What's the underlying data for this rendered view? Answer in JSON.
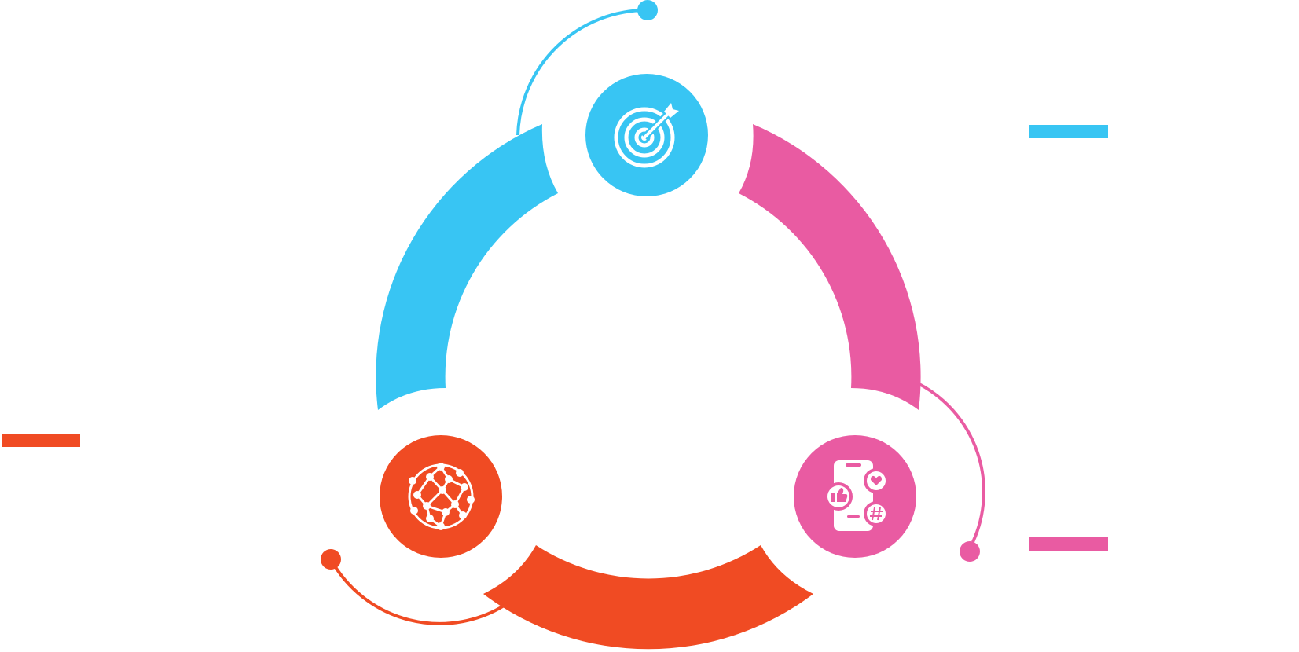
{
  "colors": {
    "blue": "#38C5F3",
    "pink": "#E95BA2",
    "orange": "#F04B23",
    "white": "#FFFFFF",
    "background": "#FFFFFF"
  },
  "nodes": [
    {
      "id": "top",
      "color": "blue",
      "icon": "target-arrow-icon"
    },
    {
      "id": "right",
      "color": "pink",
      "icon": "social-media-phone-icon"
    },
    {
      "id": "left",
      "color": "orange",
      "icon": "network-sphere-icon"
    }
  ],
  "legend": [
    {
      "color": "blue"
    },
    {
      "color": "pink"
    },
    {
      "color": "orange"
    }
  ]
}
